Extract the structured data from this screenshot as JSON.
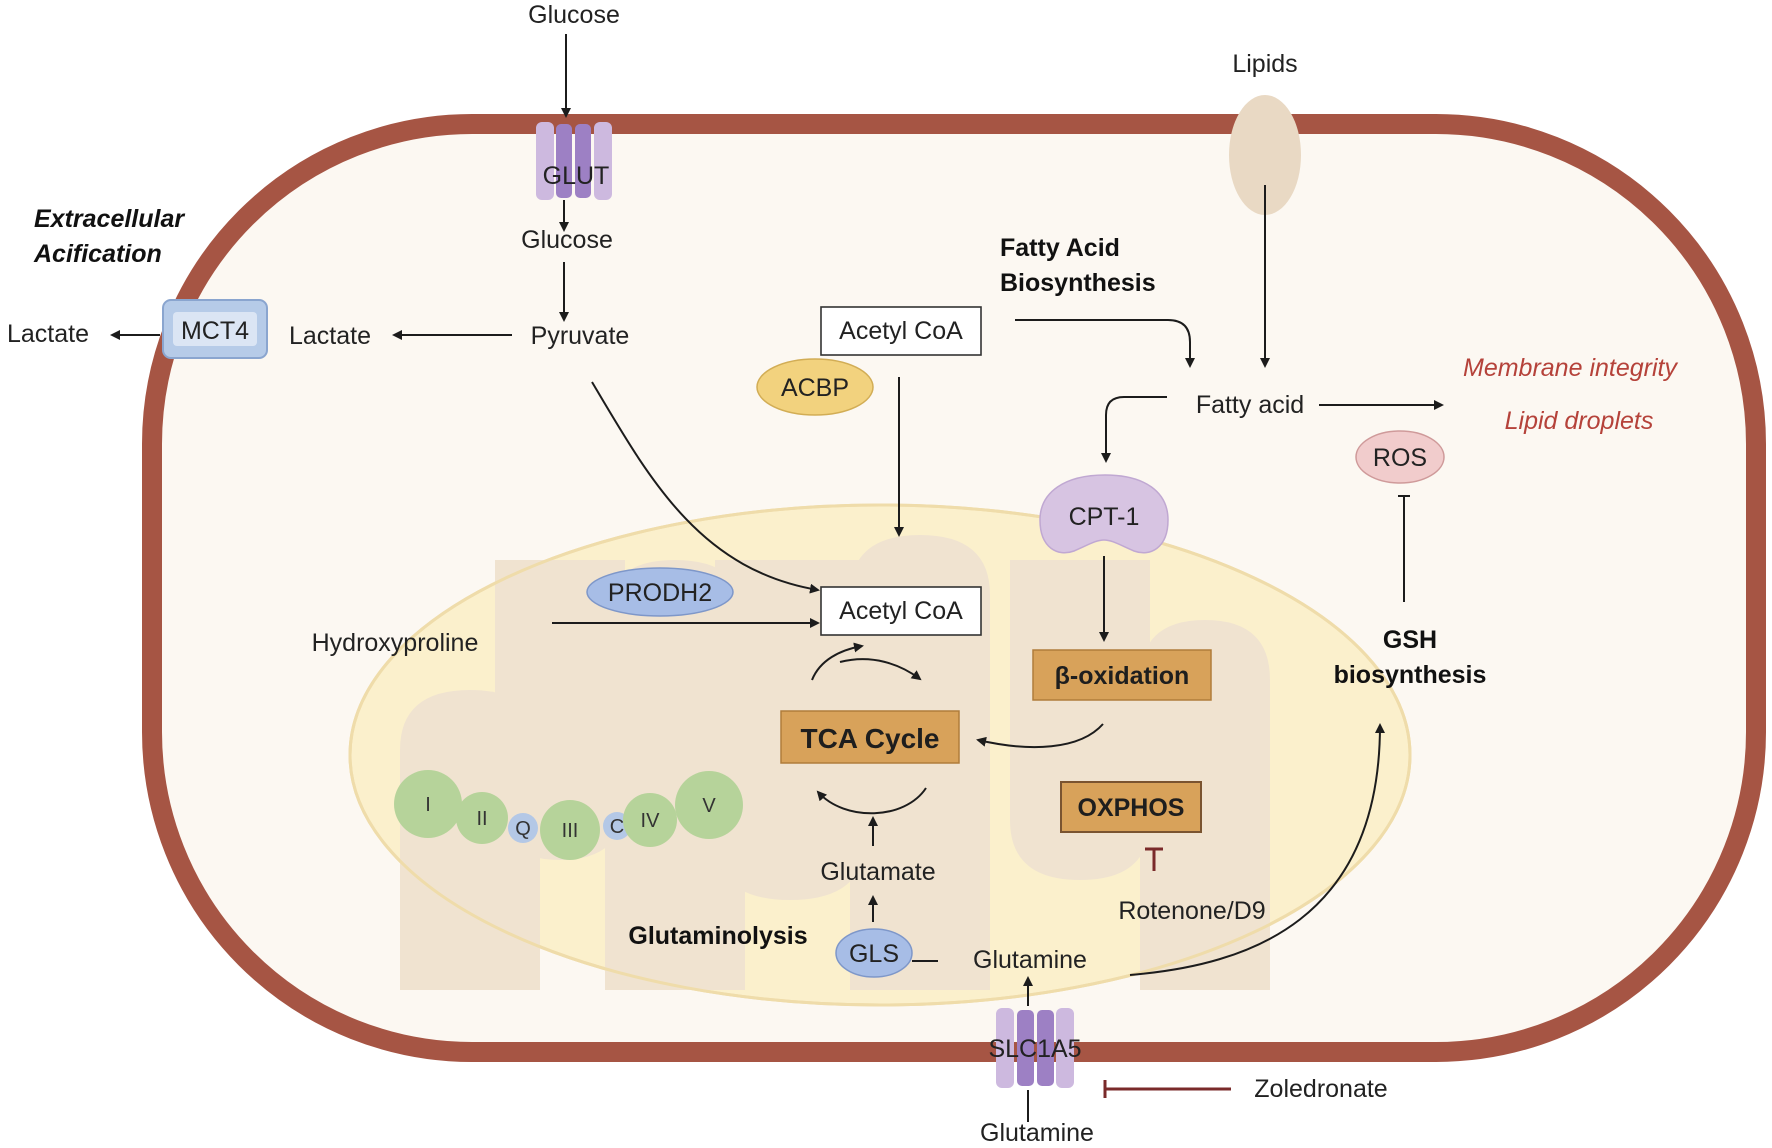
{
  "labels": {
    "glucose_out": "Glucose",
    "glut": "GLUT",
    "glucose_in": "Glucose",
    "pyruvate": "Pyruvate",
    "lactate_in": "Lactate",
    "mct4": "MCT4",
    "lactate_out": "Lactate",
    "extracellular_line1": "Extracellular",
    "extracellular_line2": "Acification",
    "lipids": "Lipids",
    "fa_biosynthesis_line1": "Fatty Acid",
    "fa_biosynthesis_line2": "Biosynthesis",
    "acetyl_coa_cytosol": "Acetyl CoA",
    "acbp": "ACBP",
    "fatty_acid": "Fatty acid",
    "membrane_integrity": "Membrane integrity",
    "lipid_droplets": "Lipid droplets",
    "ros": "ROS",
    "cpt1": "CPT-1",
    "beta_oxidation": "β-oxidation",
    "gsh_line1": "GSH",
    "gsh_line2": "biosynthesis",
    "prodh2": "PRODH2",
    "hydroxyproline": "Hydroxyproline",
    "acetyl_coa_mito": "Acetyl CoA",
    "tca_cycle": "TCA Cycle",
    "oxphos": "OXPHOS",
    "rotenone": "Rotenone/D9",
    "glutamate": "Glutamate",
    "glutaminolysis": "Glutaminolysis",
    "gls": "GLS",
    "glutamine_in": "Glutamine",
    "slc1a5": "SLC1A5",
    "glutamine_out": "Glutamine",
    "zoledronate": "Zoledronate"
  },
  "complexes": [
    "I",
    "II",
    "Q",
    "III",
    "C",
    "IV",
    "V"
  ],
  "colors": {
    "cell_membrane": "#a65544",
    "cytoplasm": "#fcf8f2",
    "mitochondrion": "#fbf0cc",
    "cristae": "#f0e3d0",
    "process_box": "#d8a25a",
    "complex_green": "#b6d39a",
    "complex_blue": "#b4c8e6",
    "enzyme_blue": "#a7bde6",
    "acbp_yellow": "#f2d27e",
    "cpt1_purple": "#d7c4e2",
    "ros_pink": "#f1cccc",
    "inhibitor": "#7a2a2a",
    "italic_red": "#b5423a"
  },
  "icons": [
    "transporter-glut",
    "transporter-mct4",
    "lipid-channel",
    "transporter-slc1a5",
    "inhibition-bar"
  ]
}
